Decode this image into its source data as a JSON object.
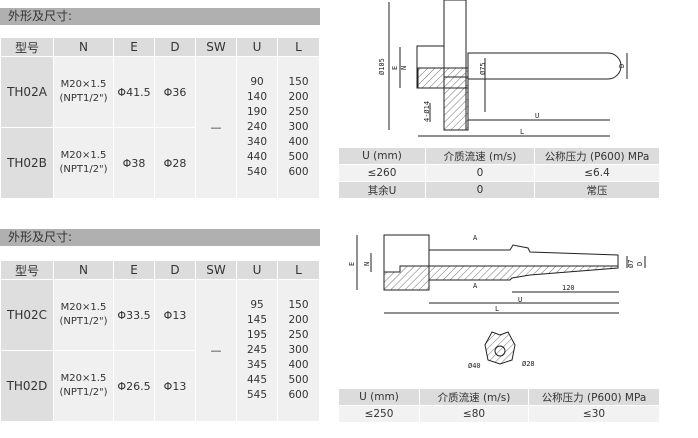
{
  "section1": {
    "title": "外形及尺寸:",
    "headers": [
      "型号",
      "N",
      "E",
      "D",
      "SW",
      "U",
      "L"
    ],
    "rows": [
      {
        "model": "TH02A",
        "n1": "M20×1.5",
        "n2": "(NPT1/2\")",
        "e": "Φ41.5",
        "d": "Φ36"
      },
      {
        "model": "TH02B",
        "n1": "M20×1.5",
        "n2": "(NPT1/2\")",
        "e": "Φ38",
        "d": "Φ28"
      }
    ],
    "sw": "—",
    "u": [
      "90",
      "140",
      "190",
      "240",
      "340",
      "440",
      "540"
    ],
    "l": [
      "150",
      "200",
      "250",
      "300",
      "400",
      "500",
      "600"
    ]
  },
  "section2": {
    "title": "外形及尺寸:",
    "headers": [
      "型号",
      "N",
      "E",
      "D",
      "SW",
      "U",
      "L"
    ],
    "rows": [
      {
        "model": "TH02C",
        "n1": "M20×1.5",
        "n2": "(NPT1/2\")",
        "e": "Φ33.5",
        "d": "Φ13"
      },
      {
        "model": "TH02D",
        "n1": "M20×1.5",
        "n2": "(NPT1/2\")",
        "e": "Φ26.5",
        "d": "Φ13"
      }
    ],
    "sw": "—",
    "u": [
      "95",
      "145",
      "195",
      "245",
      "345",
      "445",
      "545"
    ],
    "l": [
      "150",
      "200",
      "250",
      "300",
      "400",
      "500",
      "600"
    ]
  },
  "cond1": {
    "headers": [
      "U (mm)",
      "介质流速 (m/s)",
      "公称压力 (P600) MPa"
    ],
    "rows": [
      [
        "≤260",
        "0",
        "≤6.4"
      ],
      [
        "其余U",
        "0",
        "常压"
      ]
    ]
  },
  "cond2": {
    "headers": [
      "U (mm)",
      "介质流速 (m/s)",
      "公称压力 (P600) MPa"
    ],
    "rows": [
      [
        "≤250",
        "≤80",
        "≤30"
      ]
    ]
  },
  "drawing1": {
    "labels": {
      "d105": "Ø105",
      "e": "E",
      "n": "N",
      "d75": "Ø75",
      "holes": "4-Ø14",
      "u": "U",
      "l": "L",
      "d": "D"
    }
  },
  "drawing2": {
    "labels": {
      "e": "E",
      "n": "N",
      "a1": "A",
      "a2": "A",
      "len120": "120",
      "u": "U",
      "l": "L",
      "d": "D",
      "d1": "Ø7",
      "d40": "Ø40",
      "d28": "Ø28"
    }
  }
}
